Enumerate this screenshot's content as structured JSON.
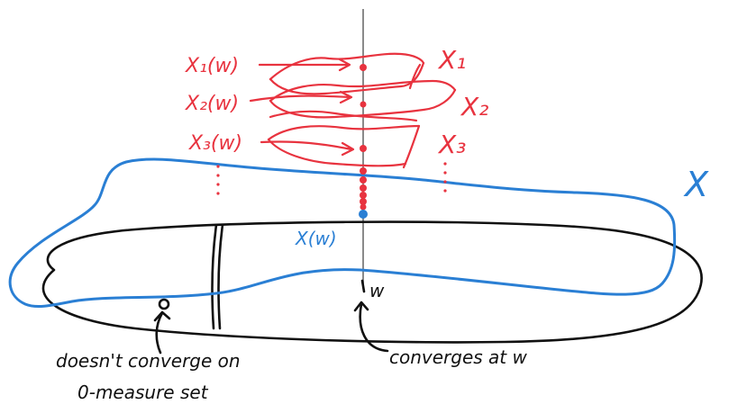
{
  "labels": {
    "x1_w": "X₁(w)",
    "x2_w": "X₂(w)",
    "x3_w": "X₃(w)",
    "x1": "X₁",
    "x2": "X₂",
    "x3": "X₃",
    "x_limit": "X",
    "x_w": "X(w)",
    "point_w": "w",
    "converges": "converges at w",
    "no_converge_line1": "doesn't converge on",
    "no_converge_line2": "0-measure set"
  },
  "colors": {
    "red": "#e8333f",
    "blue": "#2a7fd4",
    "black": "#111111",
    "gray": "#8a8a8a"
  }
}
